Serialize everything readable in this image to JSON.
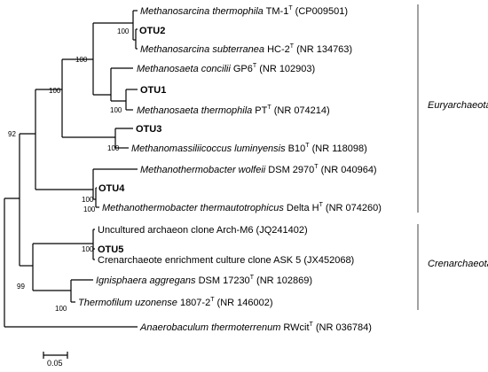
{
  "taxa": {
    "m_thermophila": {
      "genus_species": "Methanosarcina thermophila",
      "strain": " TM-1",
      "type": "T",
      "acc": " (CP009501)"
    },
    "otu2": {
      "label": "OTU2"
    },
    "m_subterranea": {
      "genus_species": "Methanosarcina subterranea",
      "strain": " HC-2",
      "type": "T",
      "acc": " (NR 134763)"
    },
    "m_concilii": {
      "genus_species": "Methanosaeta concilii",
      "strain": " GP6",
      "type": "T",
      "acc": " (NR 102903)"
    },
    "otu1": {
      "label": "OTU1"
    },
    "m_thermophila_pt": {
      "genus_species": "Methanosaeta thermophila",
      "strain": " PT",
      "type": "T",
      "acc": " (NR 074214)"
    },
    "otu3": {
      "label": "OTU3"
    },
    "m_luminyensis": {
      "genus_species": "Methanomassiliicoccus luminyensis",
      "strain": " B10",
      "type": "T",
      "acc": " (NR 118098)"
    },
    "m_wolfeii": {
      "genus_species": "Methanothermobacter wolfeii",
      "strain": " DSM 2970",
      "type": "T",
      "acc": " (NR 040964)"
    },
    "otu4": {
      "label": "OTU4"
    },
    "m_thermautotrophicus": {
      "genus_species": "Methanothermobacter thermautotrophicus",
      "strain": " Delta H",
      "type": "T",
      "acc": " (NR 074260)"
    },
    "arch_m6": {
      "text": "Uncultured archaeon clone Arch-M6 (JQ241402)"
    },
    "otu5": {
      "label": "OTU5"
    },
    "ask5": {
      "text": "Crenarchaeote enrichment culture clone ASK 5 (JX452068)"
    },
    "i_aggregans": {
      "genus_species": "Ignisphaera aggregans",
      "strain": " DSM 17230",
      "type": "T",
      "acc": " (NR 102869)"
    },
    "t_uzonense": {
      "genus_species": "Thermofilum uzonense",
      "strain": " 1807-2",
      "type": "T",
      "acc": " (NR 146002)"
    },
    "a_thermoterrenum": {
      "genus_species": "Anaerobaculum thermoterrenum",
      "strain": " RWcit",
      "type": "T",
      "acc": " (NR 036784)"
    }
  },
  "bootstrap": {
    "n_otu2": "100",
    "n_sarcina": "100",
    "n_otu1": "100",
    "n_saeta": "100",
    "n_otu3": "100",
    "n_eury": "92",
    "n_otu4": "100",
    "n_otu4b": "100",
    "n_otu5": "100",
    "n_ig": "100",
    "n_cren": "99"
  },
  "groups": {
    "euryarchaeota": "Euryarchaeota",
    "crenarchaeota": "Crenarchaeota"
  },
  "scale_bar": {
    "label": "0.05"
  }
}
